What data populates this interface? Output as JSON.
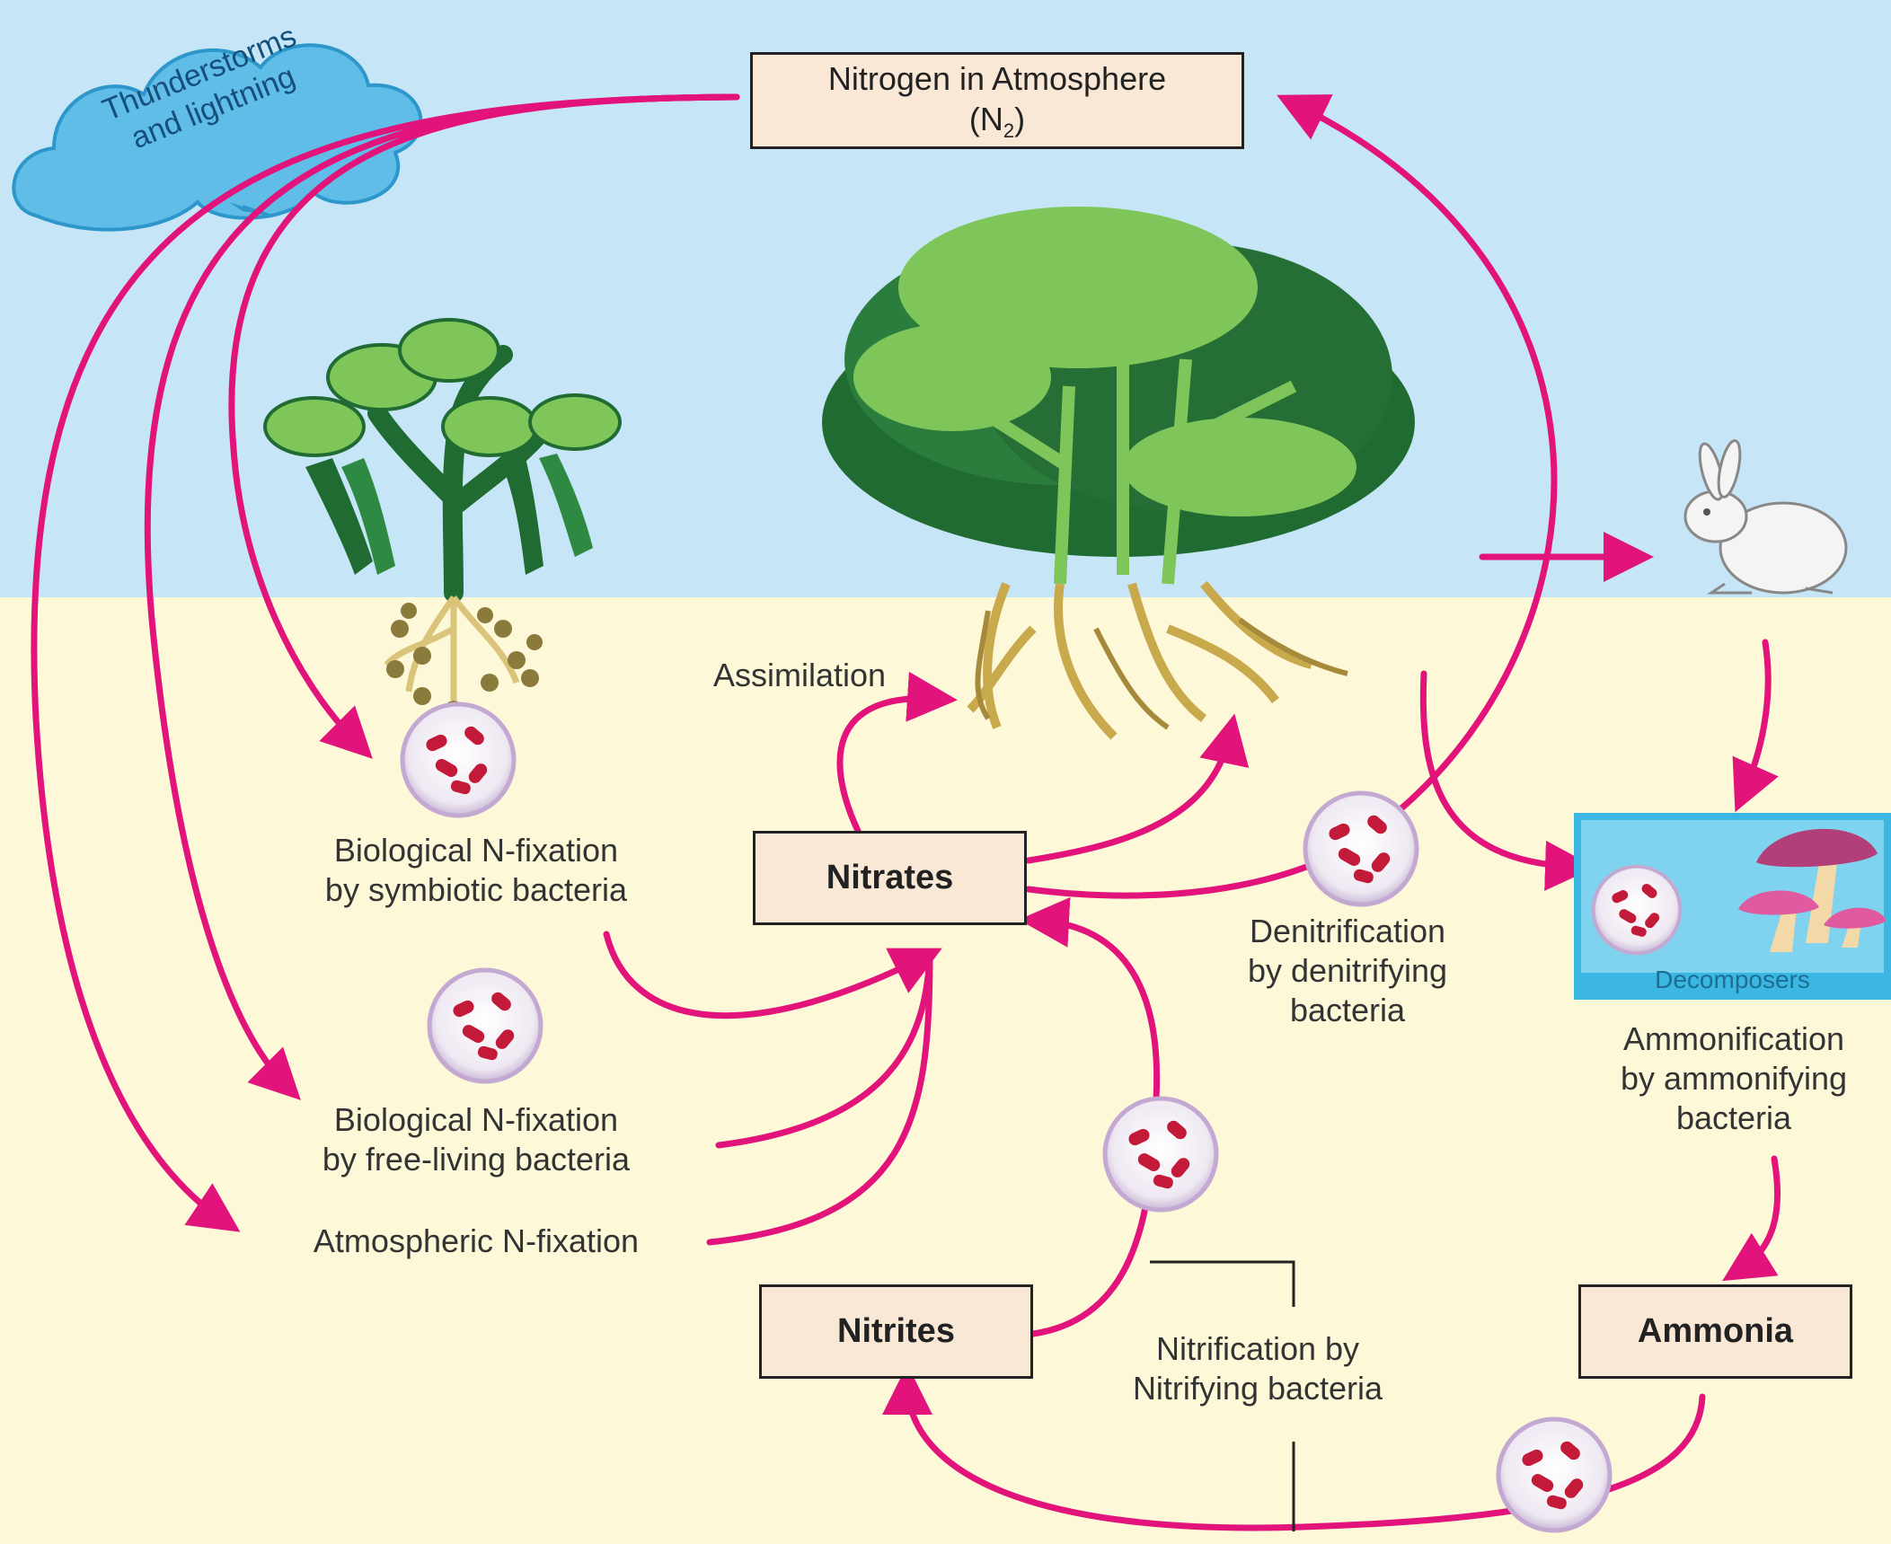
{
  "title_box": {
    "line1": "Nitrogen in Atmosphere",
    "n": "(N",
    "sub": "2",
    "close": ")"
  },
  "cloud_label": "Thunderstorms\nand lightning",
  "boxes": {
    "nitrates": "Nitrates",
    "nitrites": "Nitrites",
    "ammonia": "Ammonia",
    "decomposers": "Decomposers"
  },
  "labels": {
    "assimilation": "Assimilation",
    "bio_symbiotic": "Biological N-fixation\nby symbiotic bacteria",
    "bio_free": "Biological N-fixation\nby free-living bacteria",
    "atmospheric": "Atmospheric N-fixation",
    "denitrification": "Denitrification\nby denitrifying\nbacteria",
    "ammonification": "Ammonification\nby ammonifying\nbacteria",
    "nitrification": "Nitrification by\nNitrifying bacteria"
  },
  "colors": {
    "sky": "#c6e6f8",
    "soil": "#fdf8d8",
    "arrow": "#e2137a",
    "box_fill": "#f8e8d5",
    "leaf_dark": "#1f6b32",
    "leaf_light": "#7fc65a",
    "root": "#c8a94c",
    "bacteria": "#c41a3a"
  },
  "icons": [
    "cloud-icon",
    "legume-plant-icon",
    "tree-icon",
    "rabbit-icon",
    "mushroom-icon",
    "bacteria-icon"
  ]
}
